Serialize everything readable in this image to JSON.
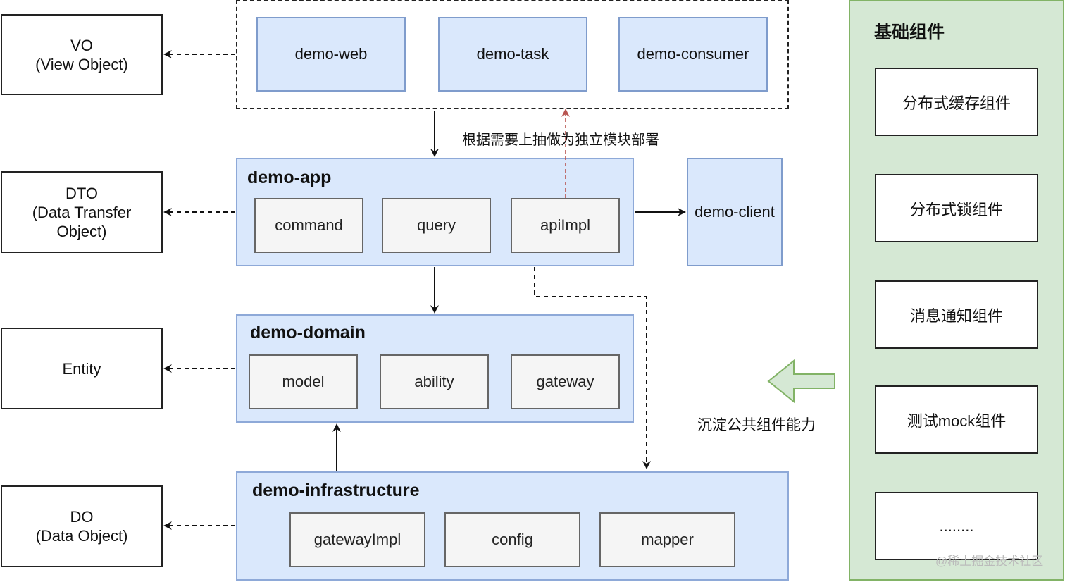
{
  "left_objects": {
    "vo": {
      "line1": "VO",
      "line2": "(View Object)"
    },
    "dto": {
      "line1": "DTO",
      "line2": "(Data Transfer",
      "line3": "Object)"
    },
    "entity": {
      "line1": "Entity"
    },
    "do": {
      "line1": "DO",
      "line2": "(Data Object)"
    }
  },
  "entry_modules": [
    "demo-web",
    "demo-task",
    "demo-consumer"
  ],
  "extract_note": "根据需要上抽做为独立模块部署",
  "app_layer": {
    "title": "demo-app",
    "items": [
      "command",
      "query",
      "apiImpl"
    ]
  },
  "client": "demo-client",
  "domain_layer": {
    "title": "demo-domain",
    "items": [
      "model",
      "ability",
      "gateway"
    ]
  },
  "infra_layer": {
    "title": "demo-infrastructure",
    "items": [
      "gatewayImpl",
      "config",
      "mapper"
    ]
  },
  "sink_note": "沉淀公共组件能力",
  "base_components": {
    "title": "基础组件",
    "items": [
      "分布式缓存组件",
      "分布式锁组件",
      "消息通知组件",
      "测试mock组件",
      "........"
    ]
  },
  "watermark": "@稀土掘金技术社区",
  "colors": {
    "blue_fill": "#dae8fc",
    "blue_border": "#7f9ccc",
    "green_fill": "#d5e8d4",
    "green_border": "#82b366",
    "grey_fill": "#f5f5f5",
    "red_arrow": "#b85450"
  }
}
